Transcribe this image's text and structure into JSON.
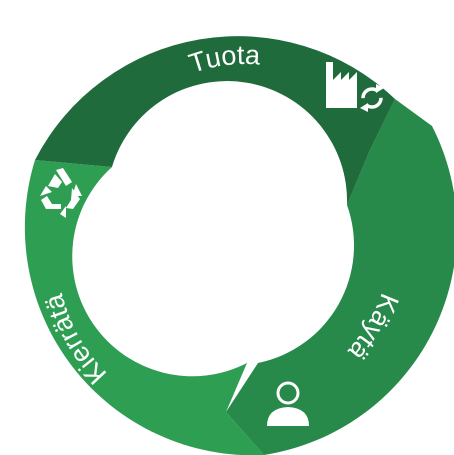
{
  "diagram": {
    "segments": [
      {
        "id": "tuota",
        "label": "Tuota",
        "color": "#1f6b3c",
        "icon": "factory-recycle-icon"
      },
      {
        "id": "kayta",
        "label": "Käytä",
        "color": "#27894a",
        "icon": "user-icon"
      },
      {
        "id": "kierrata",
        "label": "Kierrätä",
        "color": "#2e9e53",
        "icon": "recycle-icon"
      }
    ]
  }
}
